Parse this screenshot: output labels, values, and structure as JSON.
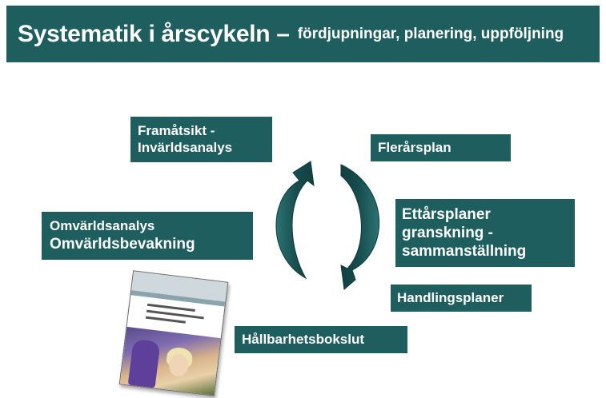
{
  "title": {
    "main": "Systematik i årscykeln –",
    "sub": "fördjupningar, planering, uppföljning"
  },
  "boxes": {
    "framatsikt": {
      "line1": "Framåtsikt -",
      "line2": "Invärldsanalys"
    },
    "flerarsplan": {
      "line1": "Flerårsplan"
    },
    "omvarld": {
      "line1": "Omvärldsanalys",
      "line2": "Omvärldsbevakning"
    },
    "ettars": {
      "line1": "Ettårsplaner",
      "line2": "granskning -",
      "line3": "sammanställning"
    },
    "handling": {
      "line1": "Handlingsplaner"
    },
    "hallbarhet": {
      "line1": "Hållbarhetsbokslut"
    }
  },
  "colors": {
    "accent": "#1f5e5f",
    "arrow": "#1f5e5f",
    "text_on_accent": "#ffffff"
  },
  "icons": {
    "cycle": "circular-arrows-icon",
    "report": "report-booklet-image"
  }
}
